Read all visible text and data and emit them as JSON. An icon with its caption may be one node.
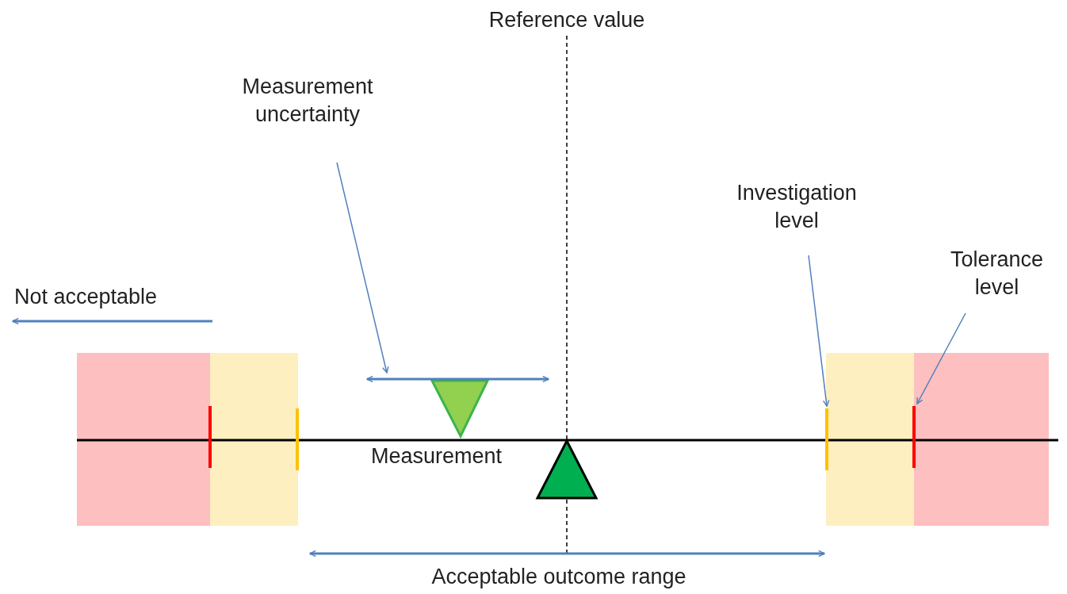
{
  "diagram": {
    "nodes": [
      {
        "text": [
          "Measurement uncertainty"
        ]
      },
      {
        "text": [],
        "shape": "arrow"
      },
      {
        "text": [
          "Investigation level"
        ]
      },
      {
        "text": [],
        "shape": "bar"
      },
      {
        "text": [
          "Tolerance level"
        ]
      },
      {
        "text": [],
        "shape": "bar"
      }
    ],
    "edges": [
      {
        "from": 0,
        "to": 1,
        "arrow": "to"
      },
      {
        "from": 2,
        "to": 3,
        "arrow": "to"
      },
      {
        "from": 4,
        "to": 5,
        "arrow": "to"
      }
    ],
    "labels": [
      "Reference value",
      "Not acceptable",
      "Measurement",
      "Acceptable outcome range"
    ]
  }
}
